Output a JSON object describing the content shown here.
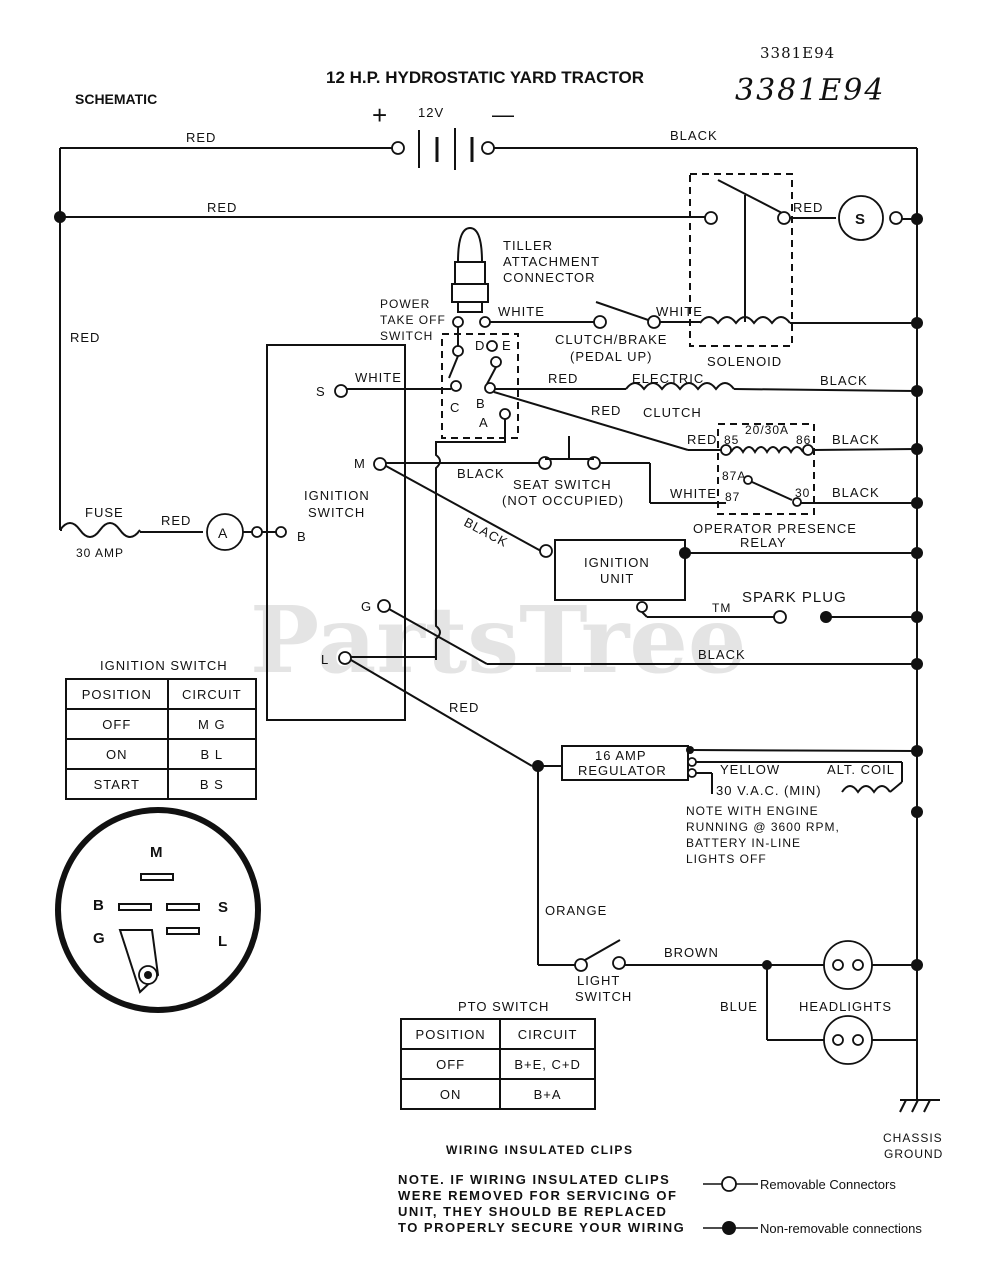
{
  "header": {
    "code_printed": "3381E94",
    "code_handwritten": "3381E94",
    "title": "12 H.P. HYDROSTATIC YARD TRACTOR",
    "schematic": "SCHEMATIC"
  },
  "battery": {
    "voltage": "12V",
    "plus": "+",
    "minus": "—"
  },
  "wires": {
    "red": "RED",
    "black": "BLACK",
    "white": "WHITE",
    "yellow": "YELLOW",
    "orange": "ORANGE",
    "brown": "BROWN",
    "blue": "BLUE"
  },
  "components": {
    "starter": "S",
    "tiller": [
      "TILLER",
      "ATTACHMENT",
      "CONNECTOR"
    ],
    "pto": [
      "POWER",
      "TAKE OFF",
      "SWITCH"
    ],
    "pto_terms": {
      "d": "D",
      "e": "E",
      "c": "C",
      "b": "B",
      "a": "A"
    },
    "clutch_brake": "CLUTCH/BRAKE",
    "pedal_up": "(PEDAL UP)",
    "solenoid": "SOLENOID",
    "electric_clutch": [
      "ELECTRIC",
      "CLUTCH"
    ],
    "ign_terms": {
      "s": "S",
      "m": "M",
      "b": "B",
      "g": "G",
      "l": "L"
    },
    "ignition_switch": [
      "IGNITION",
      "SWITCH"
    ],
    "seat_switch": [
      "SEAT SWITCH",
      "(NOT OCCUPIED)"
    ],
    "relay_terms": {
      "t85": "85",
      "t2030": "20/30A",
      "t86": "86",
      "t87a": "87A",
      "t87": "87",
      "t30": "30"
    },
    "relay": [
      "OPERATOR PRESENCE",
      "RELAY"
    ],
    "fuse": "FUSE",
    "fuse_amp": "30 AMP",
    "ammeter": "A",
    "ignition_unit": [
      "IGNITION",
      "UNIT"
    ],
    "spark_plug": "SPARK PLUG",
    "regulator": [
      "16 AMP",
      "REGULATOR"
    ],
    "alt_coil": "ALT. COIL",
    "vac": "30 V.A.C. (MIN)",
    "reg_note": [
      "NOTE WITH ENGINE",
      "RUNNING @ 3600 RPM,",
      "BATTERY IN-LINE",
      "LIGHTS OFF"
    ],
    "light_switch": [
      "LIGHT",
      "SWITCH"
    ],
    "headlights": "HEADLIGHTS",
    "chassis": [
      "CHASSIS",
      "GROUND"
    ],
    "key_letters": {
      "m": "M",
      "b": "B",
      "s": "S",
      "g": "G",
      "l": "L"
    }
  },
  "ignition_table": {
    "caption": "IGNITION SWITCH",
    "headers": [
      "POSITION",
      "CIRCUIT"
    ],
    "rows": [
      [
        "OFF",
        "M G"
      ],
      [
        "ON",
        "B L"
      ],
      [
        "START",
        "B S"
      ]
    ]
  },
  "pto_table": {
    "caption": "PTO SWITCH",
    "headers": [
      "POSITION",
      "CIRCUIT"
    ],
    "rows": [
      [
        "OFF",
        "B+E, C+D"
      ],
      [
        "ON",
        "B+A"
      ]
    ]
  },
  "clips": {
    "heading": "WIRING INSULATED CLIPS",
    "note": [
      "NOTE. IF WIRING INSULATED CLIPS",
      "WERE REMOVED FOR SERVICING OF",
      "UNIT, THEY SHOULD BE REPLACED",
      "TO PROPERLY SECURE YOUR WIRING"
    ],
    "legend_removable": "Removable Connectors",
    "legend_nonremovable": "Non-removable connections"
  },
  "watermark": "PartsTree",
  "tm": "TM"
}
